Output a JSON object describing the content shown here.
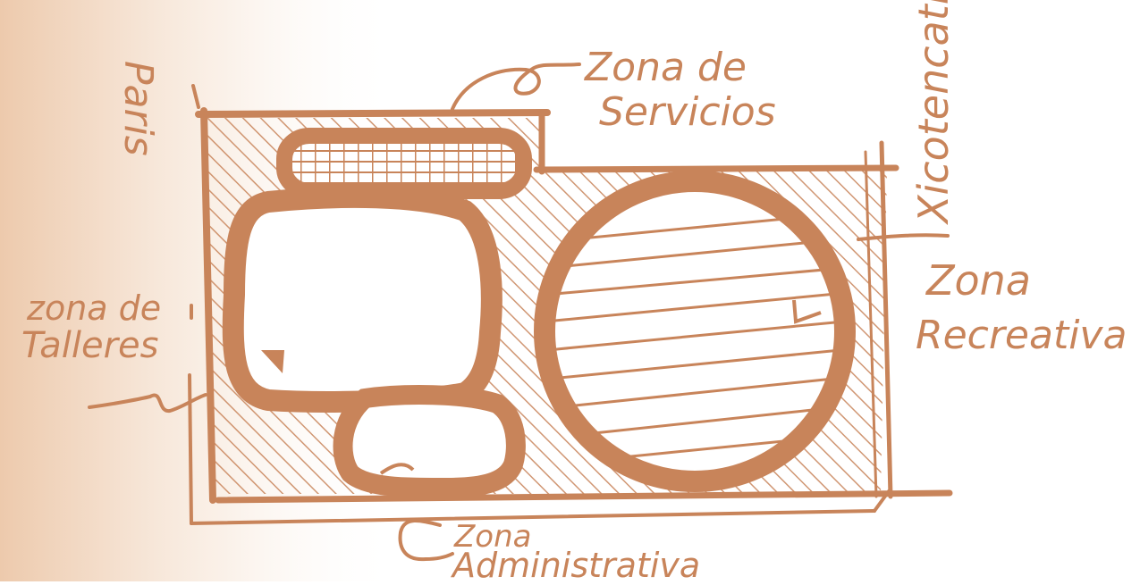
{
  "colors": {
    "ink": "#c8845a",
    "paper_tint": "#f1d6c0",
    "background": "#ffffff"
  },
  "streets": {
    "left": "Paris",
    "right": "Xicotencatl"
  },
  "zones": {
    "services": {
      "line1": "Zona de",
      "line2": "Servicios"
    },
    "workshops": {
      "line1": "zona de",
      "line2": "Talleres"
    },
    "recreation": {
      "line1": "Zona",
      "line2": "Recreativa"
    },
    "administration": {
      "line1": "Zona",
      "line2": "Administrativa"
    }
  }
}
